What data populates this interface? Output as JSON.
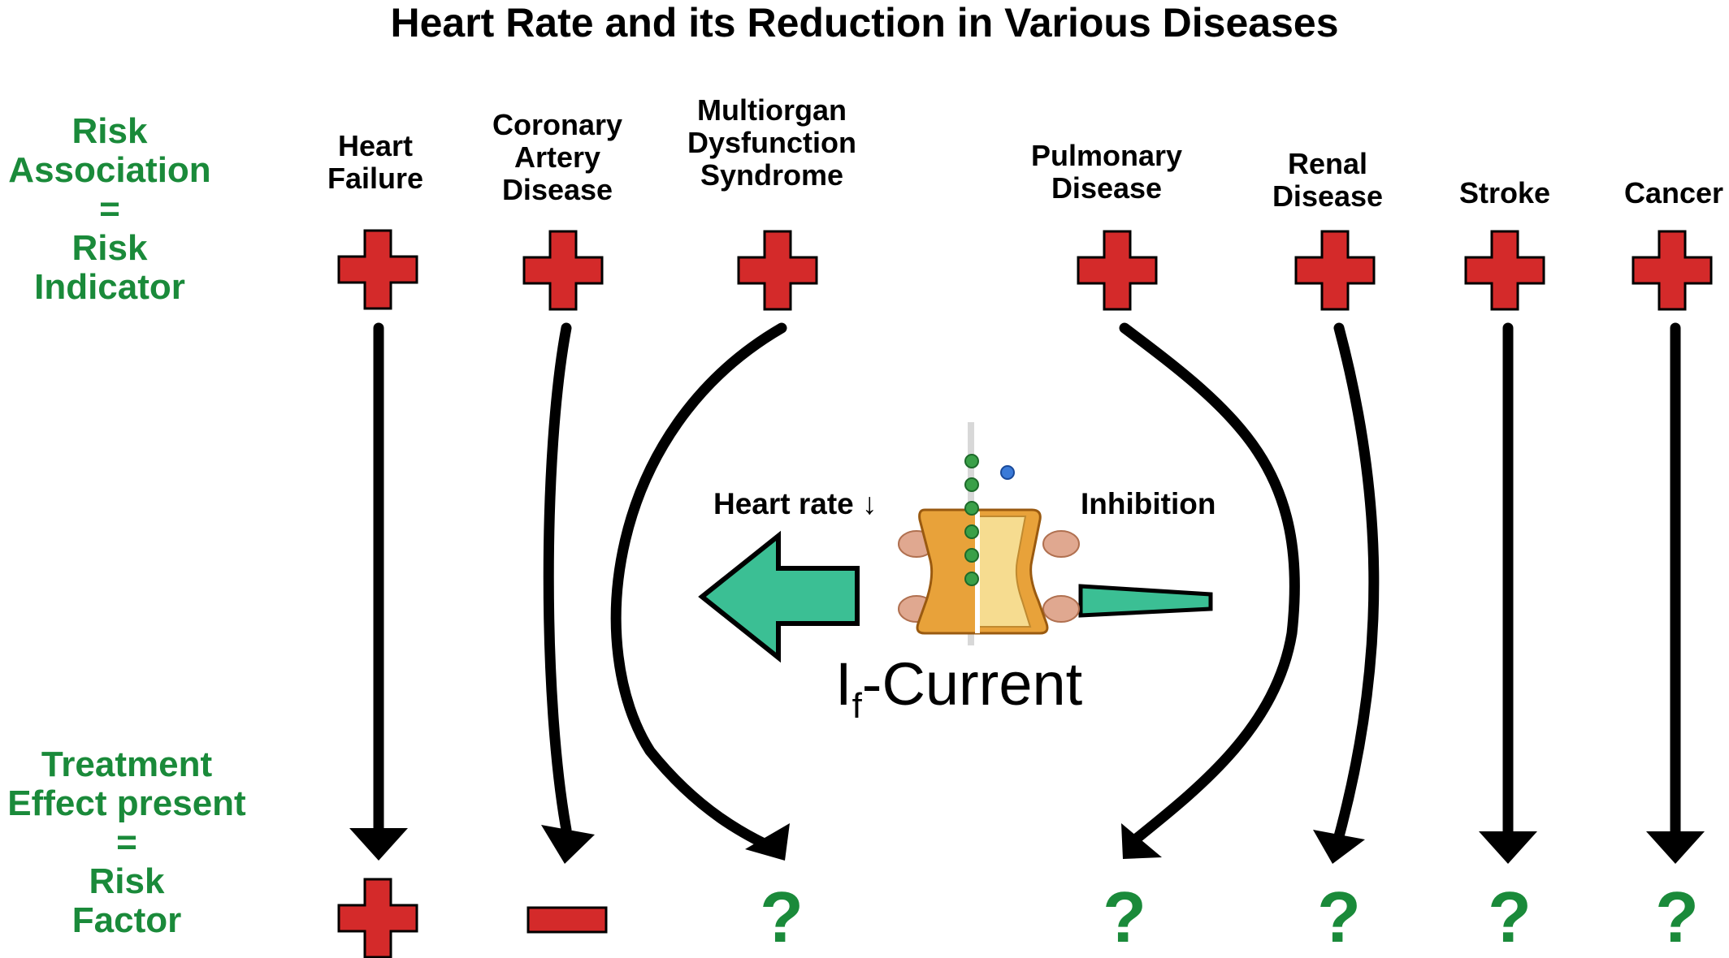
{
  "title": "Heart Rate and its Reduction in Various Diseases",
  "side_labels": {
    "top": [
      "Risk",
      "Association",
      "=",
      "Risk",
      "Indicator"
    ],
    "bottom": [
      "Treatment",
      "Effect present",
      "=",
      "Risk",
      "Factor"
    ]
  },
  "diseases": [
    {
      "lines": [
        "Heart",
        "Failure"
      ],
      "top_mark": "plus",
      "bottom_mark": "plus"
    },
    {
      "lines": [
        "Coronary",
        "Artery",
        "Disease"
      ],
      "top_mark": "plus",
      "bottom_mark": "minus"
    },
    {
      "lines": [
        "Multiorgan",
        "Dysfunction",
        "Syndrome"
      ],
      "top_mark": "plus",
      "bottom_mark": "question"
    },
    {
      "lines": [
        "Pulmonary",
        "Disease"
      ],
      "top_mark": "plus",
      "bottom_mark": "question"
    },
    {
      "lines": [
        "Renal",
        "Disease"
      ],
      "top_mark": "plus",
      "bottom_mark": "question"
    },
    {
      "lines": [
        "Stroke"
      ],
      "top_mark": "plus",
      "bottom_mark": "question"
    },
    {
      "lines": [
        "Cancer"
      ],
      "top_mark": "plus",
      "bottom_mark": "question"
    }
  ],
  "center": {
    "heart_rate_label": "Heart rate ↓",
    "inhibition_label": "Inhibition",
    "current_main": "I",
    "current_sub": "f",
    "current_rest": "-Current"
  },
  "question_glyph": "?",
  "colors": {
    "risk_green": "#1a8a3a",
    "cross_red": "#d42a2a",
    "arrow_teal": "#3bbf94",
    "channel_orange": "#e8a23a"
  }
}
